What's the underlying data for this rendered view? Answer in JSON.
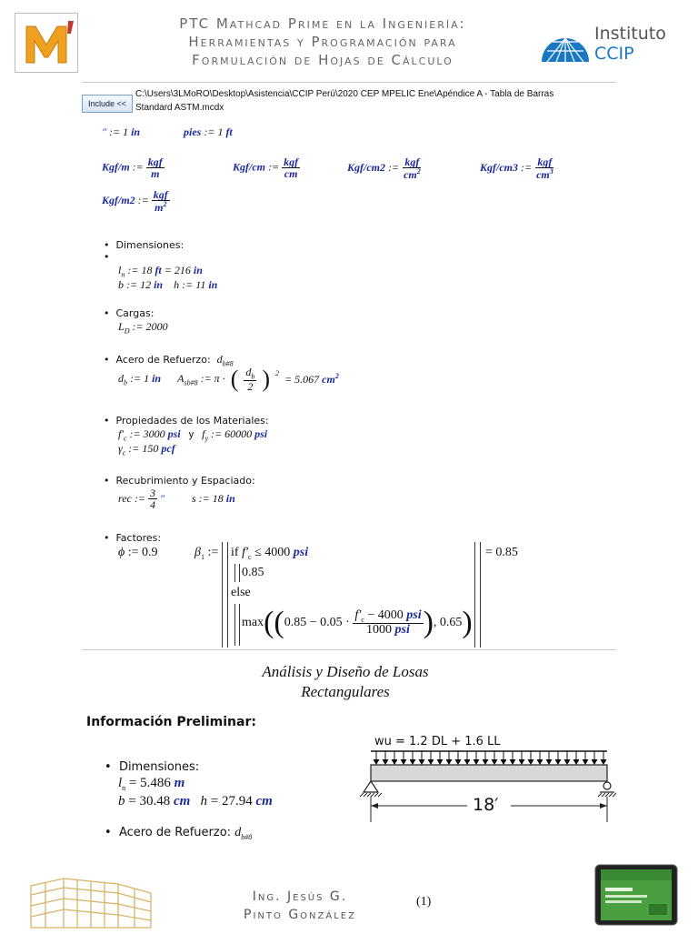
{
  "header": {
    "title_lines": [
      "PTC Mathcad Prime en la Ingeniería:",
      "Herramientas y Programación para",
      "Formulación de Hojas de Cálculo"
    ],
    "institute_line1": "Instituto",
    "institute_line2": "CCIP",
    "logo_letter": "M"
  },
  "worksheet": {
    "include_button": "Include <<",
    "include_path_line1": "C:\\Users\\3LMoRO\\Desktop\\Asistencia\\CCIP Perú\\2020 CEP MPELIC Ene\\Apéndice A - Tabla de Barras",
    "include_path_line2": "Standard ASTM.mcdx",
    "sections": {
      "dimensiones": "Dimensiones:",
      "cargas": "Cargas:",
      "acero": "Acero de Refuerzo:",
      "propiedades": "Propiedades de los Materiales:",
      "recubrimiento": "Recubrimiento y Espaciado:",
      "factores": "Factores:"
    },
    "beta_result": "= 0.85"
  },
  "analysis": {
    "title_line1": "Análisis y Diseño de Losas",
    "title_line2": "Rectangulares",
    "prelim_heading": "Información Preliminar:",
    "dimensiones_label": "Dimensiones:",
    "acero_label": "Acero de Refuerzo:"
  },
  "beam": {
    "load_label": "wu = 1.2 DL + 1.6 LL",
    "span_label": "18′"
  },
  "footer": {
    "author_line1": "Ing. Jesús G.",
    "author_line2": "Pinto González",
    "page_number": "(1)"
  },
  "colors": {
    "header_text": "#666666",
    "unit_blue": "#1a2a9a",
    "logo_orange": "#f0a020",
    "ccip_blue": "#1a78c2"
  }
}
